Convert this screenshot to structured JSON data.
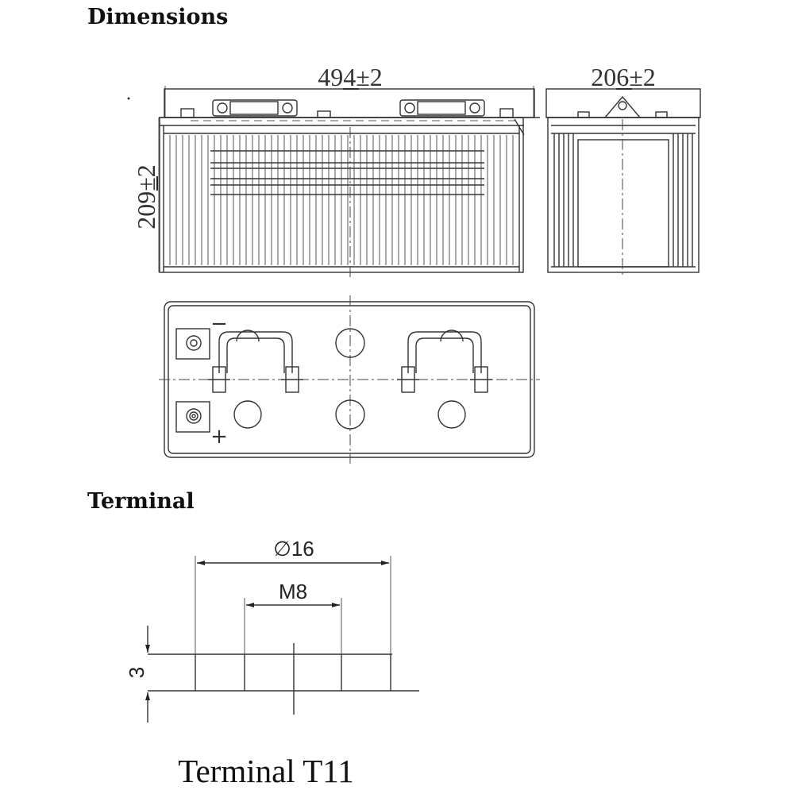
{
  "headings": {
    "dimensions": "Dimensions",
    "terminal": "Terminal"
  },
  "dimensions": {
    "length": "494±2",
    "width": "206±2",
    "height": "209±2",
    "negative_symbol": "−",
    "positive_symbol": "+"
  },
  "terminal": {
    "diameter": "∅16",
    "thread": "M8",
    "height": "3",
    "caption": "Terminal T11"
  },
  "colors": {
    "line": "#333333",
    "background": "#ffffff"
  }
}
